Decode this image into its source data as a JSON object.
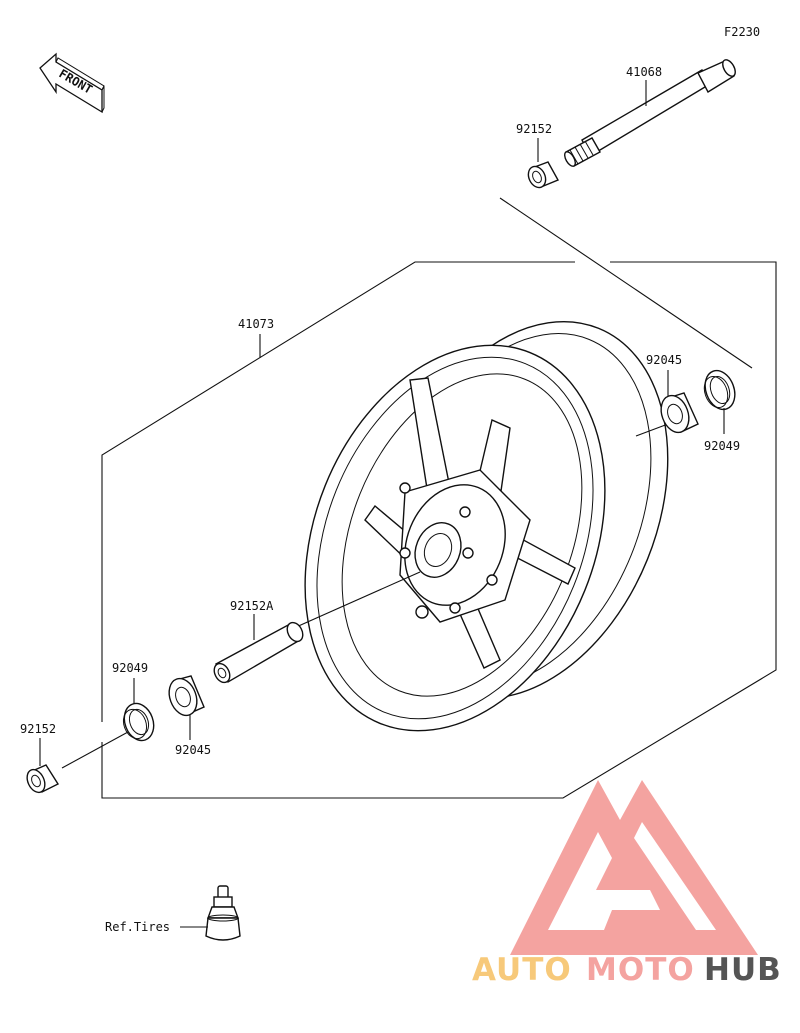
{
  "diagram_code": "F2230",
  "front_label": "FRONT",
  "ref_label": "Ref.Tires",
  "parts": {
    "axle": "41068",
    "collar_top": "92152",
    "wheel": "41073",
    "bearing_right": "92045",
    "seal_right": "92049",
    "collar_center": "92152A",
    "seal_left": "92049",
    "bearing_left": "92045",
    "collar_left": "92152"
  },
  "watermark": {
    "text_part1": "AUTO",
    "text_part2": "MOTO",
    "text_part3": "HUB",
    "color_primary": "#f4a3a0",
    "color_secondary": "#f7c97a",
    "color_dark": "#555555"
  }
}
